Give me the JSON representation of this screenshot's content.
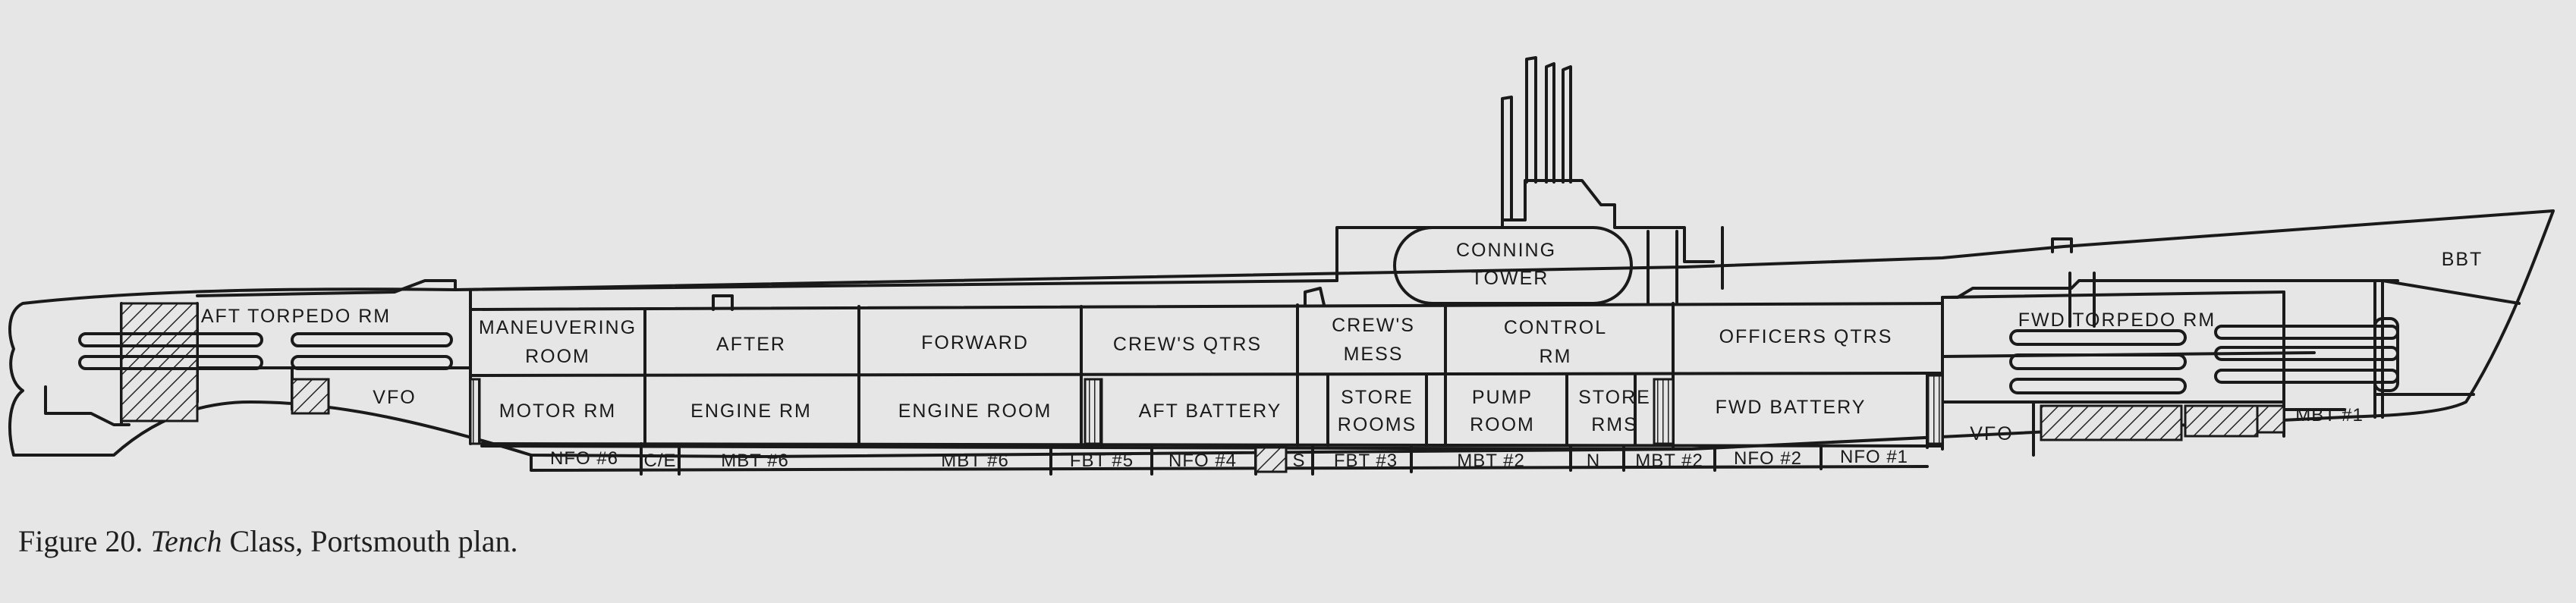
{
  "figure": {
    "caption_number": "Figure 20.",
    "caption_class": "Tench",
    "caption_rest": "Class, Portsmouth plan."
  },
  "upper_compartments": [
    "AFT TORPEDO RM",
    "MANEUVERING",
    "ROOM",
    "AFTER",
    "FORWARD",
    "CREW'S QTRS",
    "CREW'S",
    "MESS",
    "CONTROL",
    "RM",
    "OFFICERS QTRS",
    "FWD TORPEDO RM"
  ],
  "lower_compartments": [
    "VFO",
    "MOTOR RM",
    "ENGINE RM",
    "ENGINE ROOM",
    "AFT BATTERY",
    "STORE",
    "ROOMS",
    "PUMP",
    "ROOM",
    "STORE",
    "RMS",
    "FWD BATTERY",
    "VFO"
  ],
  "bottom_tanks": [
    "NFO #6",
    "C/E",
    "MBT #6",
    "MBT #6",
    "FBT #5",
    "NFO #4",
    "S",
    "FBT #3",
    "MBT #2",
    "N",
    "MBT #2",
    "NFO #2",
    "NFO #1",
    "MBT #1"
  ],
  "conning_tower": [
    "CONNING",
    "TOWER"
  ],
  "bow_label": "BBT"
}
